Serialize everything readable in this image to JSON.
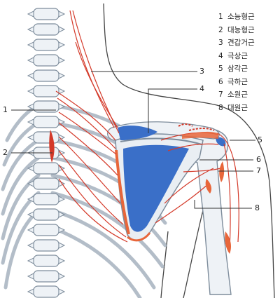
{
  "legend": [
    {
      "number": "1",
      "name": "소능형근"
    },
    {
      "number": "2",
      "name": "대능형근"
    },
    {
      "number": "3",
      "name": "견갑거근"
    },
    {
      "number": "4",
      "name": "극상근"
    },
    {
      "number": "5",
      "name": "삼각근"
    },
    {
      "number": "6",
      "name": "극하근"
    },
    {
      "number": "7",
      "name": "소원근"
    },
    {
      "number": "8",
      "name": "대원근"
    }
  ],
  "callouts": {
    "c1": "1",
    "c2": "2",
    "c3": "3",
    "c4": "4",
    "c5": "5",
    "c6": "6",
    "c7": "7",
    "c8": "8"
  },
  "colors": {
    "muscle_red": "#d43a2a",
    "muscle_orange": "#e8663a",
    "scapula_blue": "#3a6fc8",
    "bone_fill": "#eef2f6",
    "bone_outline": "#7e8d9c",
    "leader_line": "#333333"
  }
}
